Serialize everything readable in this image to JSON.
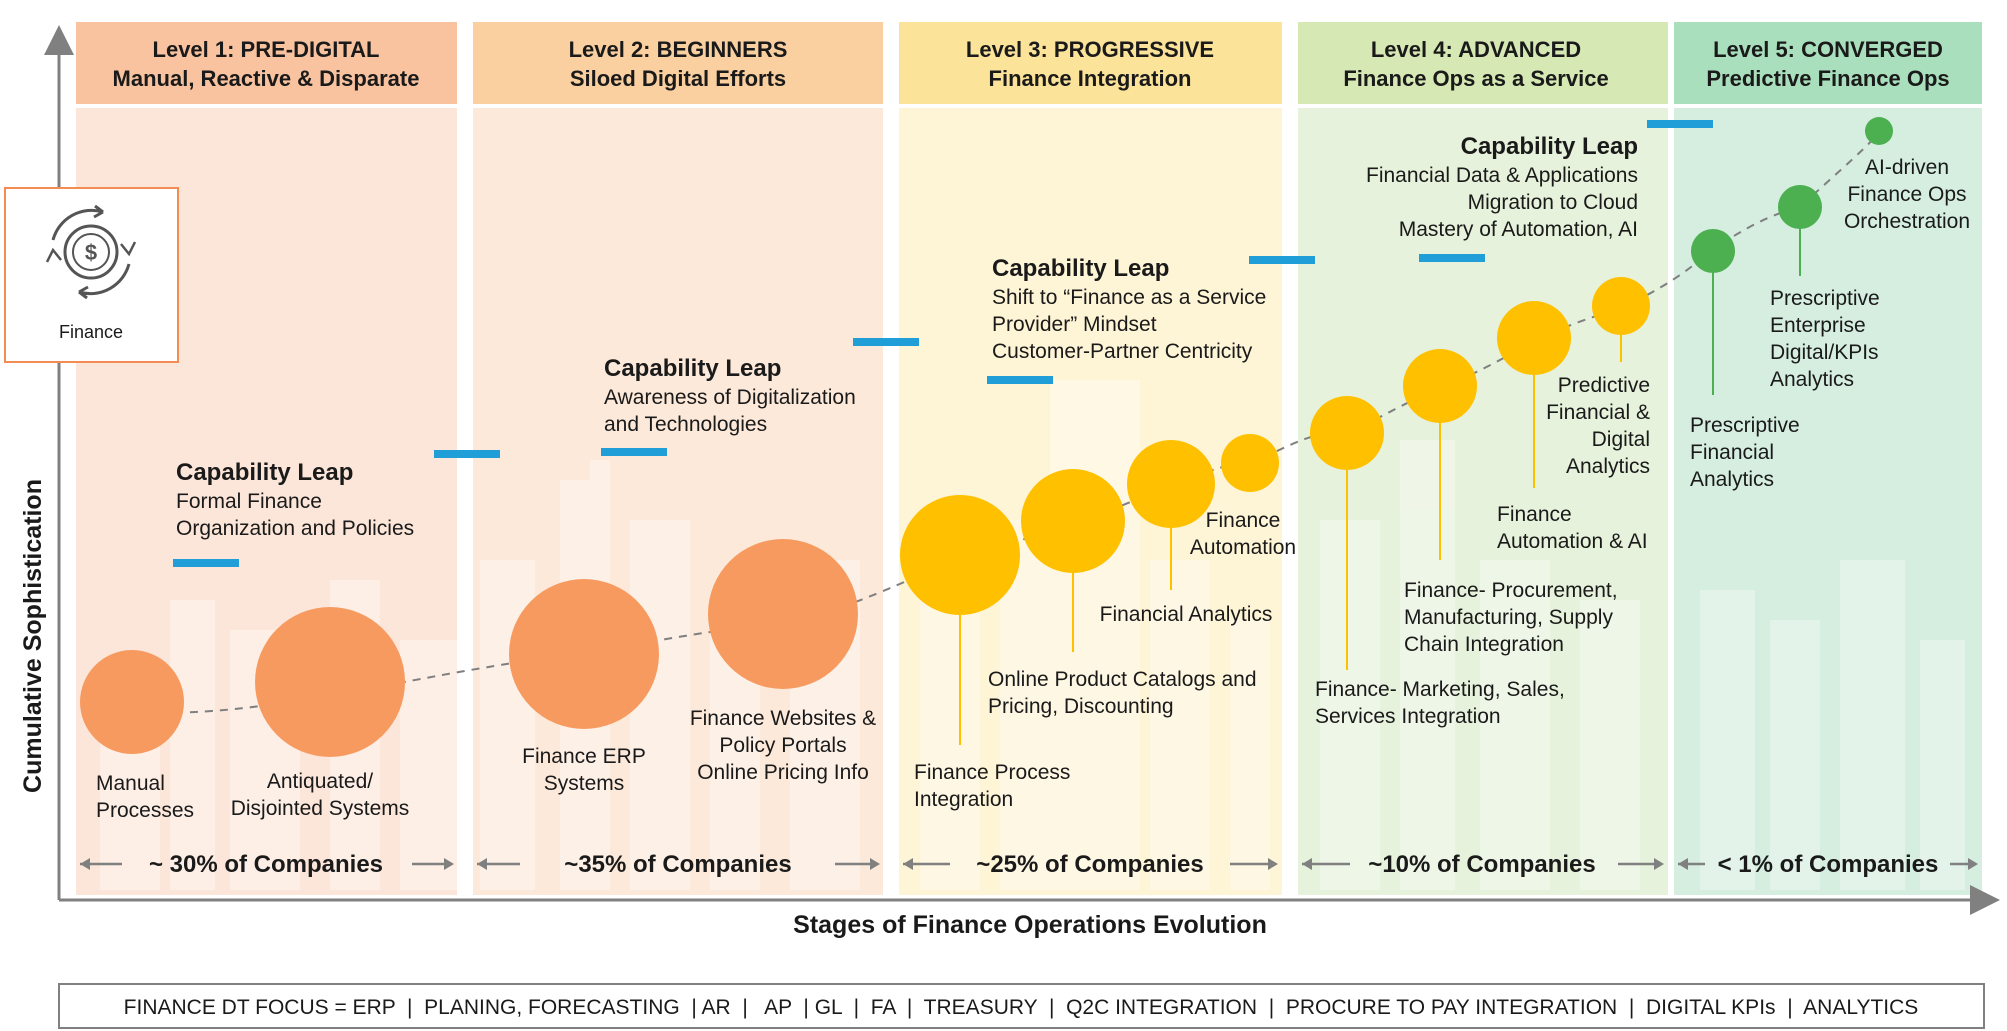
{
  "levels": [
    {
      "title": "Level 1: PRE-DIGITAL",
      "subtitle": "Manual, Reactive & Disparate",
      "companies": "~ 30% of Companies",
      "header_color": "#F9C09C",
      "body_color": "#FCE7DB"
    },
    {
      "title": "Level 2: BEGINNERS",
      "subtitle": "Siloed Digital Efforts",
      "companies": "~35% of Companies",
      "header_color": "#FBCB99",
      "body_color": "#FCEADB"
    },
    {
      "title": "Level 3: PROGRESSIVE",
      "subtitle": "Finance Integration",
      "companies": "~25% of Companies",
      "header_color": "#FCE18F",
      "body_color": "#FEF5D8"
    },
    {
      "title": "Level 4: ADVANCED",
      "subtitle": "Finance Ops as a Service",
      "companies": "~10% of Companies",
      "header_color": "#C9E4B0",
      "body_color": "#E4F2DC"
    },
    {
      "title": "Level 5: CONVERGED",
      "subtitle": "Predictive Finance Ops",
      "companies": "< 1% of Companies",
      "header_color": "#9FDCB4",
      "body_color": "#D2EEDF"
    }
  ],
  "finance_badge": {
    "label": "Finance",
    "icon": "finance-cycle-icon"
  },
  "axes": {
    "y_label": "Cumulative Sophistication",
    "x_label": "Stages of Finance Operations Evolution"
  },
  "capability_leaps": [
    {
      "title": "Capability Leap",
      "lines": [
        "Formal Finance",
        "Organization and Policies"
      ]
    },
    {
      "title": "Capability Leap",
      "lines": [
        "Awareness of Digitalization",
        "and Technologies"
      ]
    },
    {
      "title": "Capability Leap",
      "lines": [
        "Shift to “Finance as a Service",
        "Provider” Mindset",
        "Customer-Partner Centricity"
      ]
    },
    {
      "title": "Capability Leap",
      "lines": [
        "Financial Data & Applications",
        "Migration to Cloud",
        "Mastery of Automation, AI"
      ]
    }
  ],
  "milestones": [
    {
      "lines": [
        "Manual",
        "Processes"
      ],
      "color": "orange"
    },
    {
      "lines": [
        "Antiquated/",
        "Disjointed Systems"
      ],
      "color": "orange"
    },
    {
      "lines": [
        "Finance ERP",
        "Systems"
      ],
      "color": "orange"
    },
    {
      "lines": [
        "Finance Websites &",
        "Policy Portals",
        "Online Pricing Info"
      ],
      "color": "orange"
    },
    {
      "lines": [
        "Finance Process",
        "Integration"
      ],
      "color": "yellow"
    },
    {
      "lines": [
        "Online Product Catalogs and",
        "Pricing, Discounting"
      ],
      "color": "yellow"
    },
    {
      "lines": [
        "Financial Analytics"
      ],
      "color": "yellow"
    },
    {
      "lines": [
        "Finance",
        "Automation"
      ],
      "color": "yellow"
    },
    {
      "lines": [
        "Finance- Marketing, Sales,",
        "Services Integration"
      ],
      "color": "yellow"
    },
    {
      "lines": [
        "Finance- Procurement,",
        "Manufacturing, Supply",
        "Chain Integration"
      ],
      "color": "yellow"
    },
    {
      "lines": [
        "Finance",
        "Automation & AI"
      ],
      "color": "yellow"
    },
    {
      "lines": [
        "Predictive",
        "Financial &",
        "Digital",
        "Analytics"
      ],
      "color": "yellow"
    },
    {
      "lines": [
        "Prescriptive",
        "Financial",
        "Analytics"
      ],
      "color": "green"
    },
    {
      "lines": [
        "Prescriptive",
        "Enterprise",
        "Digital/KPIs",
        "Analytics"
      ],
      "color": "green"
    },
    {
      "lines": [
        "AI-driven",
        "Finance Ops",
        "Orchestration"
      ],
      "color": "green"
    }
  ],
  "footer": {
    "text": "FINANCE DT FOCUS = ERP  |  PLANING, FORECASTING  | AR  |   AP  | GL  |  FA  |  TREASURY  |  Q2C INTEGRATION  |  PROCURE TO PAY INTEGRATION  |  DIGITAL KPIs  |  ANALYTICS"
  },
  "colors": {
    "orange": "#F79A5F",
    "yellow": "#FFC000",
    "green": "#4CAF50",
    "blue_bar": "#1A9FD9",
    "axis": "#7F7F7F",
    "text": "#1A1A1A"
  }
}
